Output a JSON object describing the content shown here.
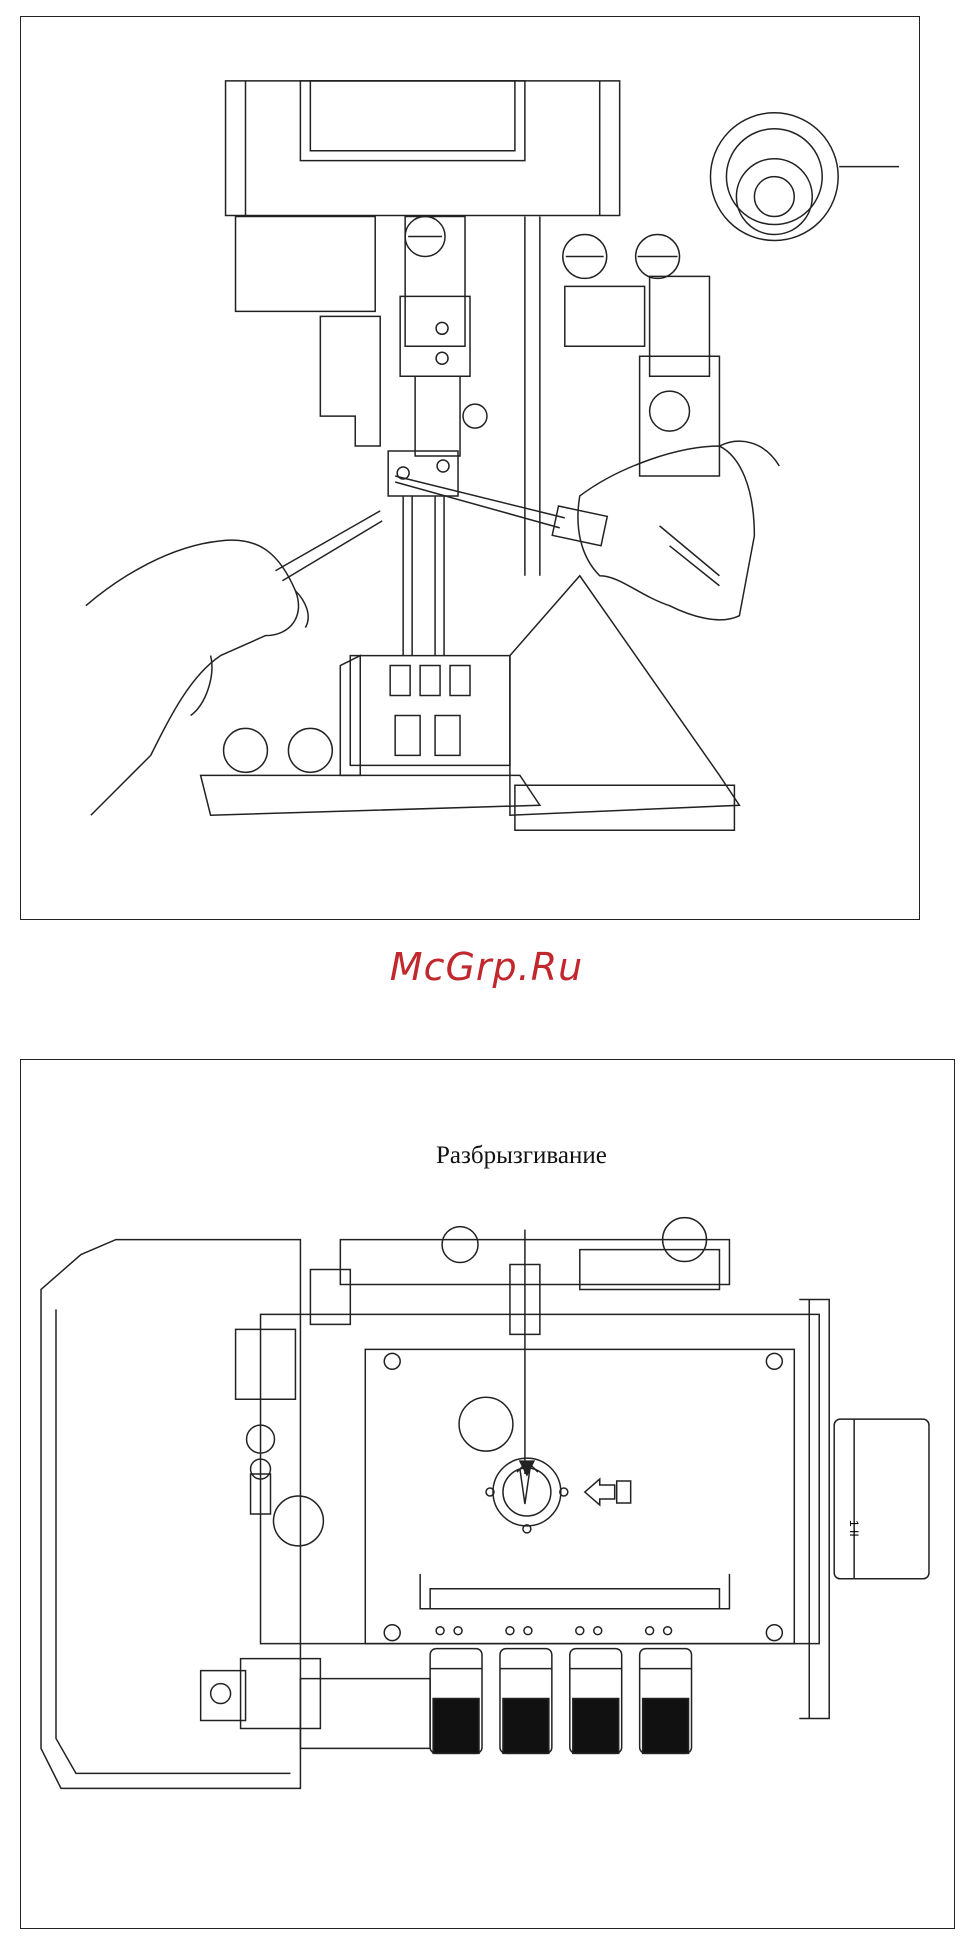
{
  "watermark": {
    "text": "McGrp.Ru",
    "color": "#c0282d"
  },
  "figure_bottom": {
    "label": "Разбрызгивание",
    "indicator_text": "1 II"
  },
  "icons": [
    "needle-adjust-illustration",
    "spray-nozzle-icon",
    "arrow-icon"
  ]
}
